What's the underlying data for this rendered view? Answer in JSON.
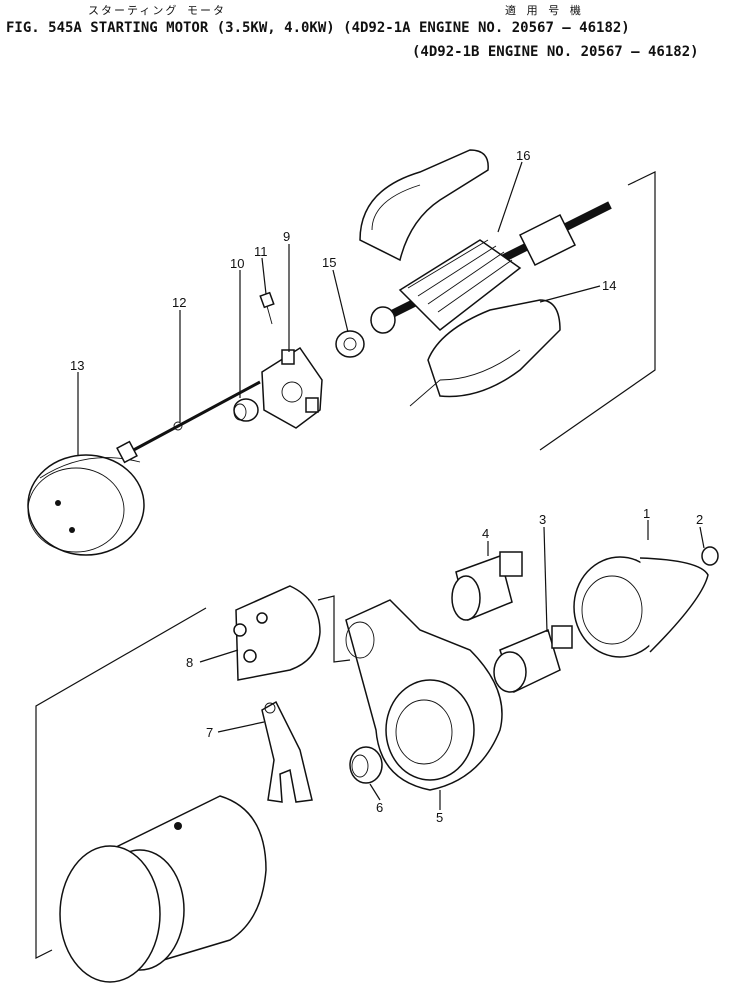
{
  "header": {
    "kana_title": "スターティング モータ",
    "kana_applicable": "適 用 号 機",
    "line1": "FIG. 545A  STARTING MOTOR (3.5KW, 4.0KW) (4D92-1A  ENGINE NO. 20567 — 46182)",
    "line2": "(4D92-1B  ENGINE NO. 20567 — 46182)"
  },
  "callouts": [
    "1",
    "2",
    "3",
    "4",
    "5",
    "6",
    "7",
    "8",
    "9",
    "10",
    "11",
    "12",
    "13",
    "14",
    "15",
    "16"
  ]
}
